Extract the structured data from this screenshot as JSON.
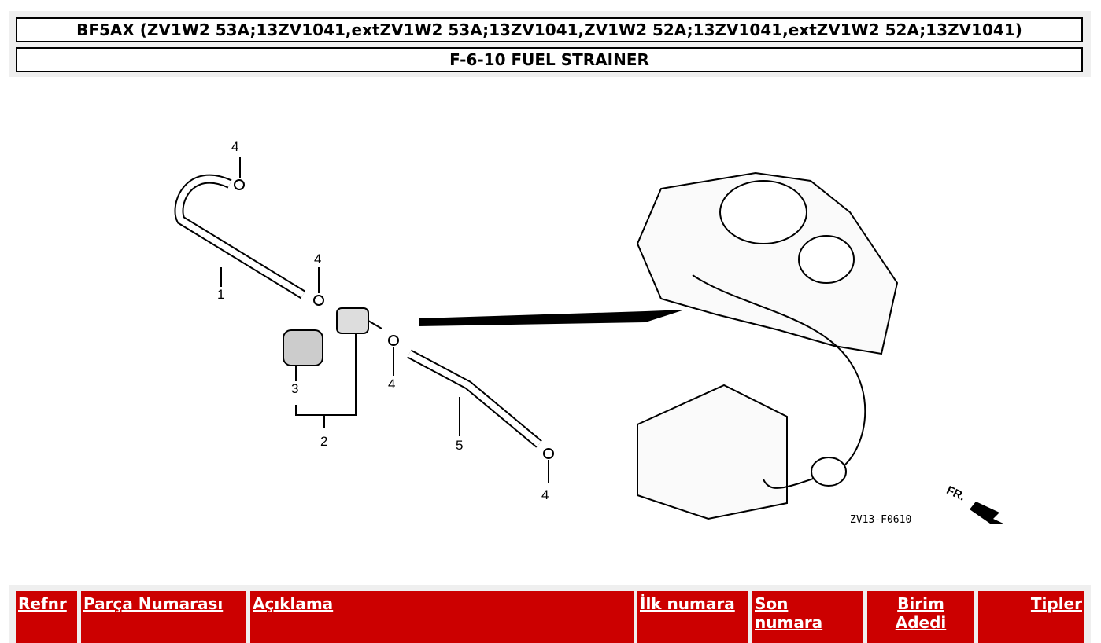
{
  "header": {
    "model": "BF5AX (ZV1W2 53A;13ZV1041,extZV1W2 53A;13ZV1041,ZV1W2 52A;13ZV1041,extZV1W2 52A;13ZV1041)",
    "section": "F-6-10 FUEL STRAINER"
  },
  "diagram": {
    "code": "ZV13-F0610",
    "front_label": "FR.",
    "callouts": {
      "c1": "1",
      "c2": "2",
      "c3": "3",
      "c4a": "4",
      "c4b": "4",
      "c4c": "4",
      "c4d": "4",
      "c5": "5"
    }
  },
  "table": {
    "headers": {
      "refnr": "Refnr",
      "part_number": "Parça Numarası",
      "description": "Açıklama",
      "first_number": "İlk numara",
      "last_number": "Son numara",
      "unit_count": "Birim Adedi",
      "types": "Tipler"
    }
  }
}
